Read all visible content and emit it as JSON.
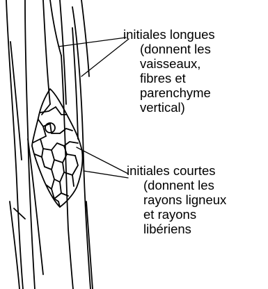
{
  "labels": {
    "long_initials": {
      "title": "initiales longues",
      "detail": [
        "(donnent les",
        "vaisseaux,",
        "fibres et",
        "parenchyme",
        "vertical)"
      ]
    },
    "short_initials": {
      "title": "initiales courtes",
      "detail": [
        "(donnent les",
        "rayons ligneux",
        "et rayons",
        "libériens"
      ]
    }
  },
  "colors": {
    "ink": "#000000",
    "background": "#ffffff"
  }
}
